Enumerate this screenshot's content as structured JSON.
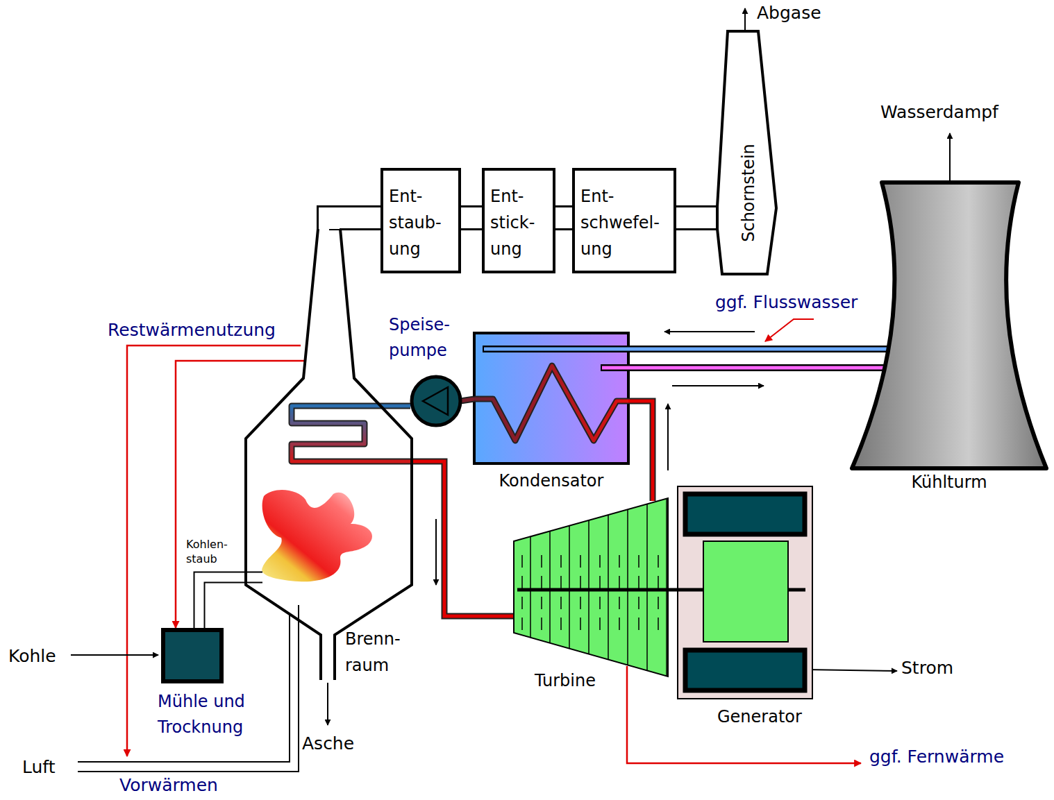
{
  "diagram": {
    "nodes": [
      {
        "text": [
          "Ent- staub- ung"
        ]
      },
      {
        "text": [
          "Ent- stick- ung"
        ]
      },
      {
        "text": [
          "Ent- schwefel- ung"
        ]
      },
      {
        "text": [
          "Schornstein"
        ]
      },
      {
        "text": [
          "Brenn- raum"
        ]
      },
      {
        "text": [
          "Speise- pumpe"
        ]
      },
      {
        "text": [
          "Kondensator"
        ]
      },
      {
        "text": [
          "Kühlturm"
        ]
      },
      {
        "text": [
          "Turbine"
        ]
      },
      {
        "text": [
          "Generator"
        ]
      },
      {
        "text": [
          "Mühle und Trocknung"
        ]
      }
    ],
    "edges": [
      {
        "from": 4,
        "to": 0,
        "arrow": "none"
      },
      {
        "from": 0,
        "to": 1,
        "arrow": "none"
      },
      {
        "from": 1,
        "to": 2,
        "arrow": "none"
      },
      {
        "from": 2,
        "to": 3,
        "arrow": "none"
      },
      {
        "from": 10,
        "to": 4,
        "arrow": "none"
      },
      {
        "from": 5,
        "to": 4,
        "arrow": "none"
      },
      {
        "from": 4,
        "to": 8,
        "arrow": "none"
      },
      {
        "from": 6,
        "to": 5,
        "arrow": "none"
      },
      {
        "from": 8,
        "to": 6,
        "arrow": "none"
      },
      {
        "from": 7,
        "to": 6,
        "arrow": "none"
      },
      {
        "from": 6,
        "to": 7,
        "arrow": "none"
      },
      {
        "from": 8,
        "to": 9,
        "arrow": "none"
      },
      {
        "from": 4,
        "to": 10,
        "arrow": "to"
      }
    ],
    "labels": [
      "Abgase",
      "Wasserdampf",
      "ggf. Flusswasser",
      "Restwärmenutzung",
      "Kohlen- staub",
      "Kohle",
      "Asche",
      "Luft",
      "Vorwärmen",
      "Strom",
      "ggf. Fernwärme"
    ]
  }
}
